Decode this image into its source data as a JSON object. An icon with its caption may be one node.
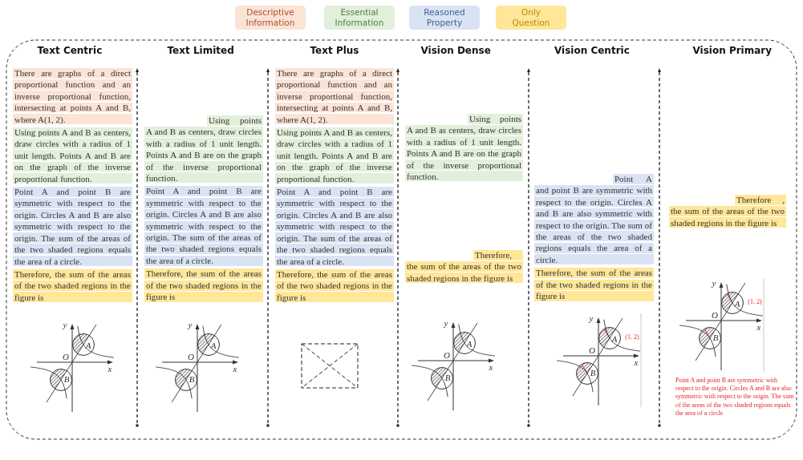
{
  "diagram": {
    "nodes": [
      {
        "text": [
          "There are graphs of a direct proportional function and an inverse proportional function, intersecting at points A and B, where A(1, 2)."
        ]
      },
      {
        "text": [
          "Using points A and B as centers, draw circles with a radius of 1 unit length. Points A and B are on the graph of the inverse proportional function."
        ]
      },
      {
        "text": [
          "Point A and point B are symmetric with respect to the origin. Circles A and B are also symmetric with respect to the origin. The sum of the areas of the two shaded regions equals the area of a circle."
        ]
      },
      {
        "text": [
          "Therefore, the sum of the areas of the two shaded regions in the figure is"
        ]
      },
      {
        "text": [
          "Using points A and B as centers, draw circles with a radius of 1 unit length. Points A and B are on the graph of the inverse proportional function."
        ]
      },
      {
        "text": [
          "Point A and point B are symmetric with respect to the origin. Circles A and B are also symmetric with respect to the origin. The sum of the areas of the two shaded regions equals the area of a circle."
        ]
      },
      {
        "text": [
          "Therefore, the sum of the areas of the two shaded regions in the figure is"
        ]
      },
      {
        "text": [
          "There are graphs of a direct proportional function and an inverse proportional function, intersecting at points A and B, where A(1, 2)."
        ]
      },
      {
        "text": [
          "Using points A and B as centers, draw circles with a radius of 1 unit length. Points A and B are on the graph of the inverse proportional function."
        ]
      },
      {
        "text": [
          "Point A and point B are symmetric with respect to the origin. Circles A and B are also symmetric with respect to the origin. The sum of the areas of the two shaded regions equals the area of a circle."
        ]
      },
      {
        "text": [
          "Therefore, the sum of the areas of the two shaded regions in the figure is"
        ]
      },
      {
        "text": [
          "Using points A and B as centers, draw circles with a radius of 1 unit length. Points A and B are on the graph of the inverse proportional function."
        ]
      },
      {
        "text": [
          "Therefore, the sum of the areas of the two shaded regions in the figure is"
        ]
      },
      {
        "text": [
          "Point A and point B are symmetric with respect to the origin. Circles A and B are also symmetric with respect to the origin. The sum of the areas of the two shaded regions equals the area of a circle."
        ]
      },
      {
        "text": [
          "Therefore, the sum of the areas of the two shaded regions in the figure is"
        ]
      },
      {
        "text": [
          "Therefore , the sum of the areas of the two shaded regions in the figure is"
        ]
      }
    ],
    "labels": [
      "Text Centric",
      "Text Limited",
      "Text Plus",
      "Vision Dense",
      "Vision Centric",
      "Vision Primary",
      "y",
      "A",
      "O",
      "x",
      "B",
      "y",
      "A",
      "O",
      "x",
      "B",
      "y",
      "A",
      "O",
      "x",
      "B",
      "y",
      "A",
      "(1, 2)",
      "O",
      "x",
      "B",
      "y",
      "A",
      "(1, 2)",
      "O",
      "x",
      "B",
      "Point A and point B are symmetric with respect to the origin. Circles A and B are also symmetric with respect to the origin. The sum of the areas of the two shaded regions equals the area of a circle"
    ],
    "legend": [
      {
        "text": "Descriptive Information",
        "color": "#fbe3d6"
      },
      {
        "text": "Essential Information",
        "color": "#e2efda"
      },
      {
        "text": "Reasoned Property",
        "color": "#dae3f3"
      },
      {
        "text": "Only Question",
        "color": "#ffe699"
      }
    ]
  }
}
